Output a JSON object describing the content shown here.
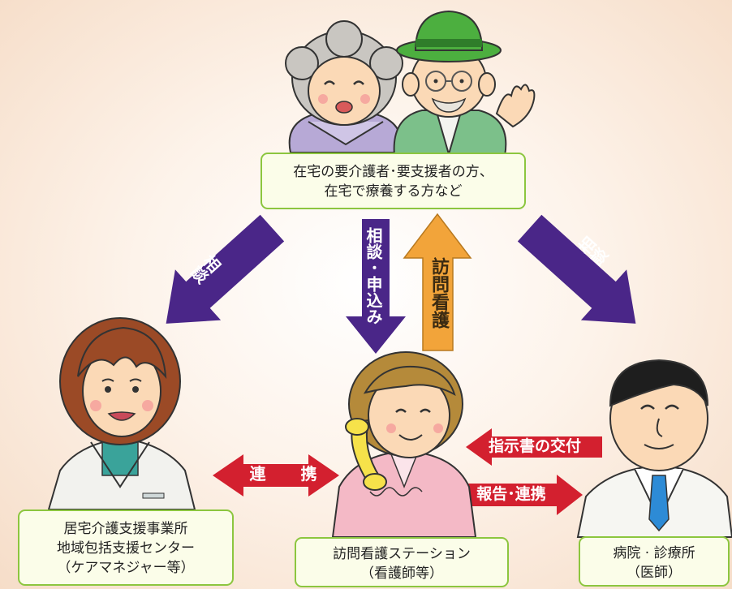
{
  "patient_box": {
    "line1": "在宅の要介護者･要支援者の方、",
    "line2": "在宅で療養する方など"
  },
  "care_box": {
    "line1": "居宅介護支援事業所",
    "line2": "地域包括支援センター",
    "line3": "（ケアマネジャー等）"
  },
  "station_box": {
    "line1": "訪問看護ステーション",
    "line2": "（看護師等）"
  },
  "hospital_box": {
    "line1": "病院 · 診療所",
    "line2": "（医師）"
  },
  "arrows": {
    "left_consult": "相談",
    "center_apply": "相談･申込み",
    "center_visit": "訪問看護",
    "right_consult": "相談",
    "liaison": "連 携",
    "instruction": "指示書の交付",
    "report": "報告･連携"
  },
  "colors": {
    "purple_arrow": "#4a2688",
    "orange_arrow": "#f2a43a",
    "red_arrow": "#d3202f",
    "box_border": "#8cc63f",
    "box_fill": "#fbfde9"
  }
}
